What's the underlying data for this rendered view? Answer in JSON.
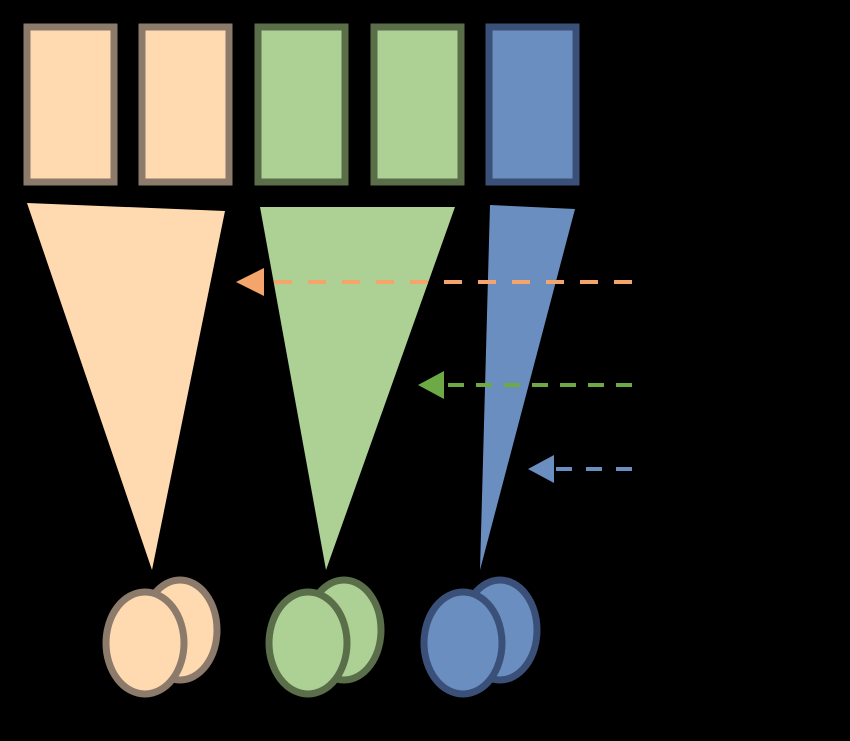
{
  "colors": {
    "background": "#000000",
    "orange_fill": "#FFDAB0",
    "orange_stroke": "#8C7A6B",
    "orange_arrow": "#F3A56B",
    "green_fill": "#ADD094",
    "green_stroke": "#5A6E4A",
    "green_arrow": "#6DA945",
    "blue_fill": "#6A8EC0",
    "blue_stroke": "#3A5078",
    "blue_arrow": "#6A8EC0"
  },
  "groups": [
    {
      "name": "orange",
      "boxes": 2,
      "arrow_icon": "dashed-arrow-left-icon",
      "spots_icon": "overlapping-ovals-icon"
    },
    {
      "name": "green",
      "boxes": 2,
      "arrow_icon": "dashed-arrow-left-icon",
      "spots_icon": "overlapping-ovals-icon"
    },
    {
      "name": "blue",
      "boxes": 1,
      "arrow_icon": "dashed-arrow-left-icon",
      "spots_icon": "overlapping-ovals-icon"
    }
  ]
}
